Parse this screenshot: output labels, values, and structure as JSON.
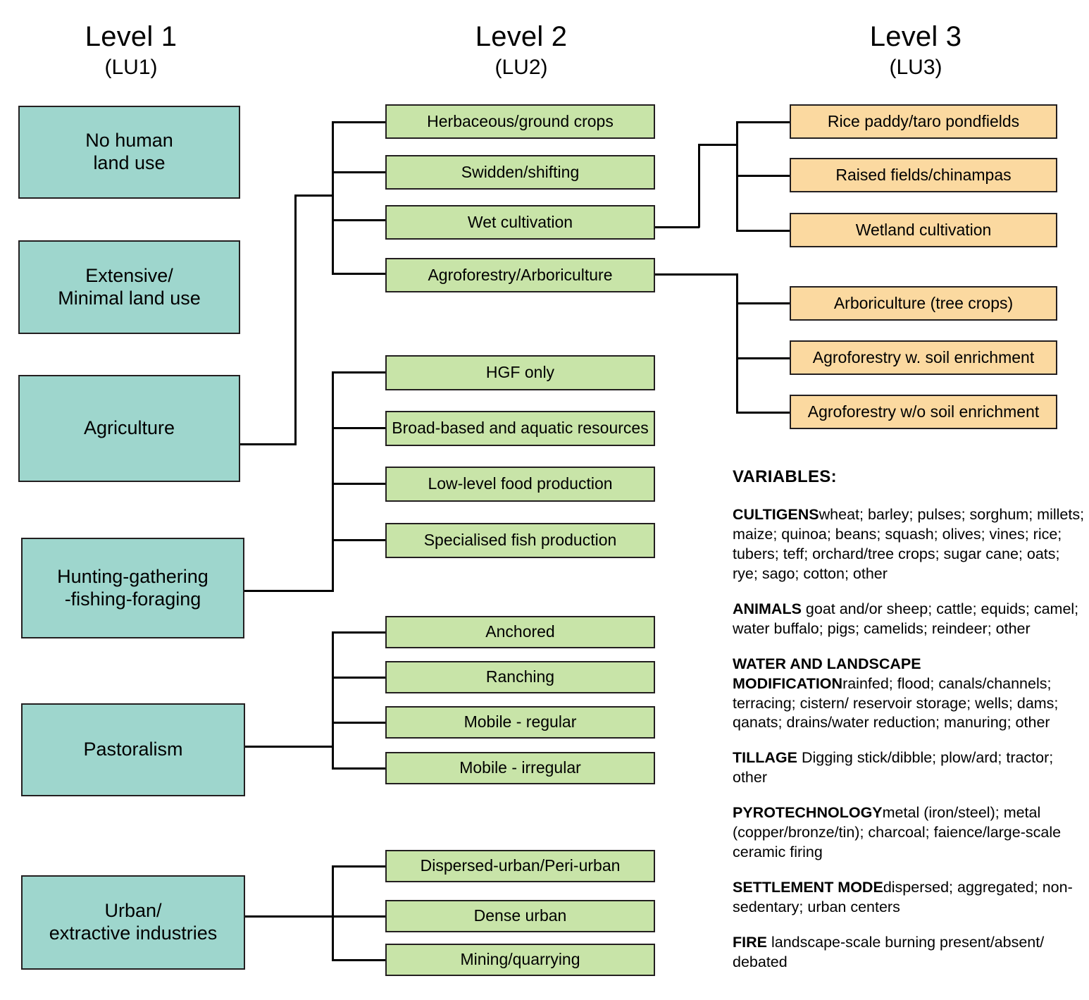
{
  "headers": [
    {
      "title": "Level 1",
      "sub": "(LU1)"
    },
    {
      "title": "Level 2",
      "sub": "(LU2)"
    },
    {
      "title": "Level 3",
      "sub": "(LU3)"
    }
  ],
  "colors": {
    "level1": "#9ed6cd",
    "level2": "#c8e4a8",
    "level3": "#fbd9a0",
    "stroke": "#231f20",
    "background": "#ffffff"
  },
  "level1": [
    {
      "label": "No human\nland use"
    },
    {
      "label": "Extensive/\nMinimal land use"
    },
    {
      "label": "Agriculture"
    },
    {
      "label": "Hunting-gathering\n-fishing-foraging"
    },
    {
      "label": "Pastoralism"
    },
    {
      "label": "Urban/\nextractive industries"
    }
  ],
  "level2": [
    {
      "label": "Herbaceous/ground crops"
    },
    {
      "label": "Swidden/shifting"
    },
    {
      "label": "Wet cultivation"
    },
    {
      "label": "Agroforestry/Arboriculture"
    },
    {
      "label": "HGF only"
    },
    {
      "label": "Broad-based and aquatic resources"
    },
    {
      "label": "Low-level food production"
    },
    {
      "label": "Specialised fish production"
    },
    {
      "label": "Anchored"
    },
    {
      "label": "Ranching"
    },
    {
      "label": "Mobile - regular"
    },
    {
      "label": "Mobile - irregular"
    },
    {
      "label": "Dispersed-urban/Peri-urban"
    },
    {
      "label": "Dense urban"
    },
    {
      "label": "Mining/quarrying"
    }
  ],
  "level3": [
    {
      "label": "Rice paddy/taro pondfields"
    },
    {
      "label": "Raised fields/chinampas"
    },
    {
      "label": "Wetland cultivation"
    },
    {
      "label": "Arboriculture (tree crops)"
    },
    {
      "label": "Agroforestry w. soil enrichment"
    },
    {
      "label": "Agroforestry w/o soil enrichment"
    }
  ],
  "variables": {
    "title": "VARIABLES:",
    "entries": [
      {
        "label": "CULTIGENS",
        "text": "wheat; barley; pulses; sorghum; millets; maize; quinoa; beans; squash; olives; vines; rice; tubers; teff; orchard/tree crops; sugar cane; oats; rye; sago; cotton; other"
      },
      {
        "label": "ANIMALS",
        "text": " goat and/or sheep; cattle; equids; camel; water buffalo; pigs; camelids; reindeer; other"
      },
      {
        "label": "WATER AND LANDSCAPE MODIFICATION",
        "text": "rainfed; flood; canals/channels; terracing; cistern/ reservoir storage; wells; dams; qanats; drains/water reduction; manuring;  other"
      },
      {
        "label": "TILLAGE",
        "text": " Digging stick/dibble; plow/ard; tractor; other"
      },
      {
        "label": "PYROTECHNOLOGY",
        "text": "metal  (iron/steel); metal (copper/bronze/tin); charcoal; faience/large-scale ceramic firing"
      },
      {
        "label": "SETTLEMENT MODE",
        "text": "dispersed; aggregated; non-sedentary; urban centers"
      },
      {
        "label": "FIRE",
        "text": " landscape-scale burning present/absent/ debated"
      }
    ]
  }
}
